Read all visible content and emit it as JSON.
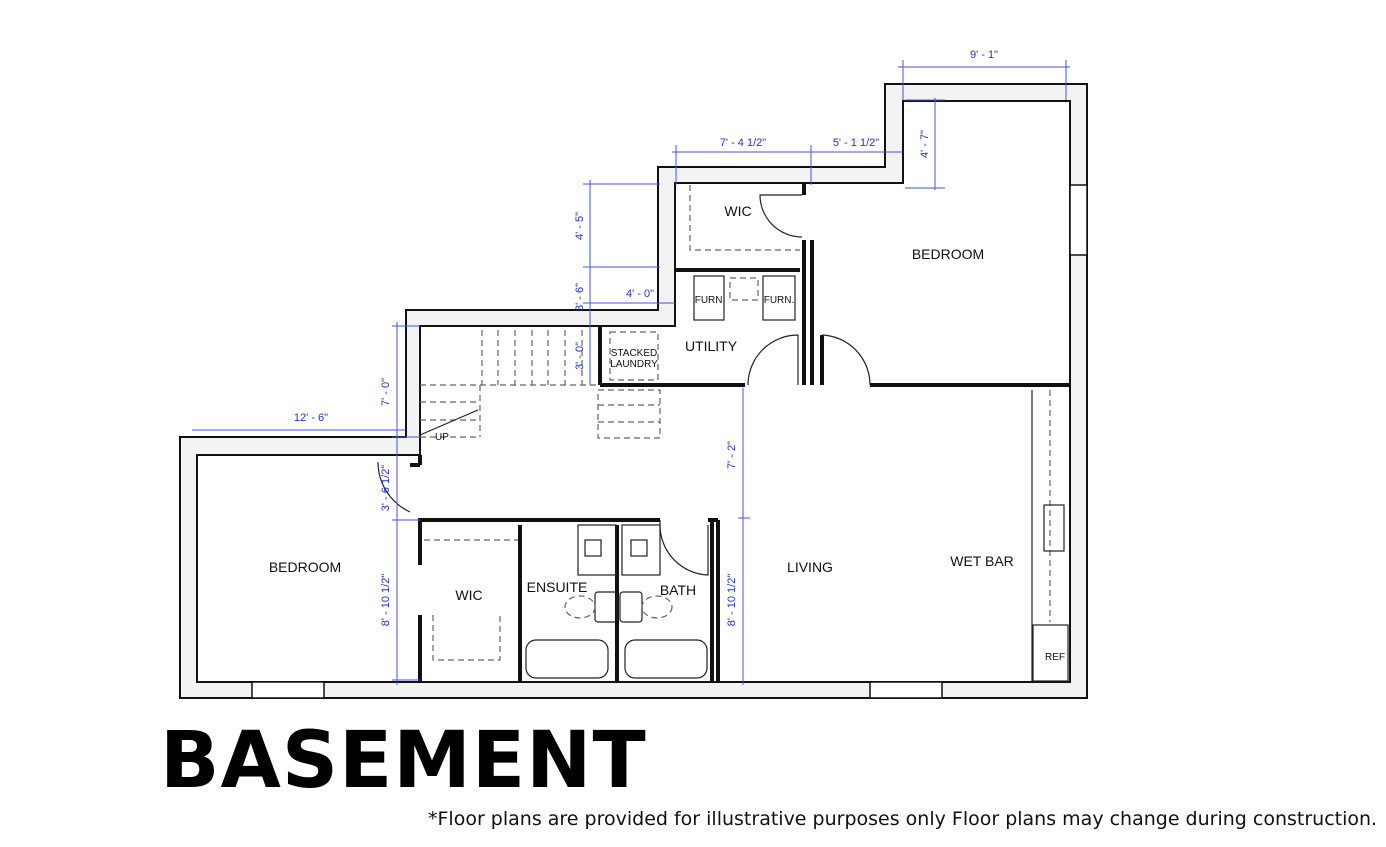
{
  "title": "BASEMENT",
  "disclaimer": "*Floor plans are provided for illustrative purposes only Floor plans may change during construction.",
  "rooms": {
    "wic_upper": "WIC",
    "bedroom_right": "BEDROOM",
    "furn_1": "FURN.",
    "furn_2": "FURN.",
    "utility": "UTILITY",
    "laundry_line1": "STACKED",
    "laundry_line2": "LAUNDRY",
    "stairs_up": "UP",
    "bedroom_left": "BEDROOM",
    "wic_lower": "WIC",
    "ensuite": "ENSUITE",
    "bath": "BATH",
    "living": "LIVING",
    "wet_bar": "WET BAR",
    "ref": "REF"
  },
  "dimensions": {
    "top_right_width": "9' - 1\"",
    "wic_width": "7' - 4 1/2\"",
    "jog_width": "5' - 1 1/2\"",
    "bedroom_jog_depth": "4' - 7\"",
    "wic_depth": "4' - 5\"",
    "utility_jog_depth": "3' - 6\"",
    "laundry_width": "4' - 0\"",
    "laundry_depth": "3' - 0\"",
    "stair_depth": "7' - 0\"",
    "bedroom_left_width": "12' - 6\"",
    "hall_depth": "3' - 6 1/2\"",
    "bedroom_left_depth": "8' - 10 1/2\"",
    "living_upper_depth": "7' - 2\"",
    "living_lower_depth": "8' - 10 1/2\""
  },
  "colors": {
    "dimension": "#2233cc",
    "wall": "#111111"
  }
}
